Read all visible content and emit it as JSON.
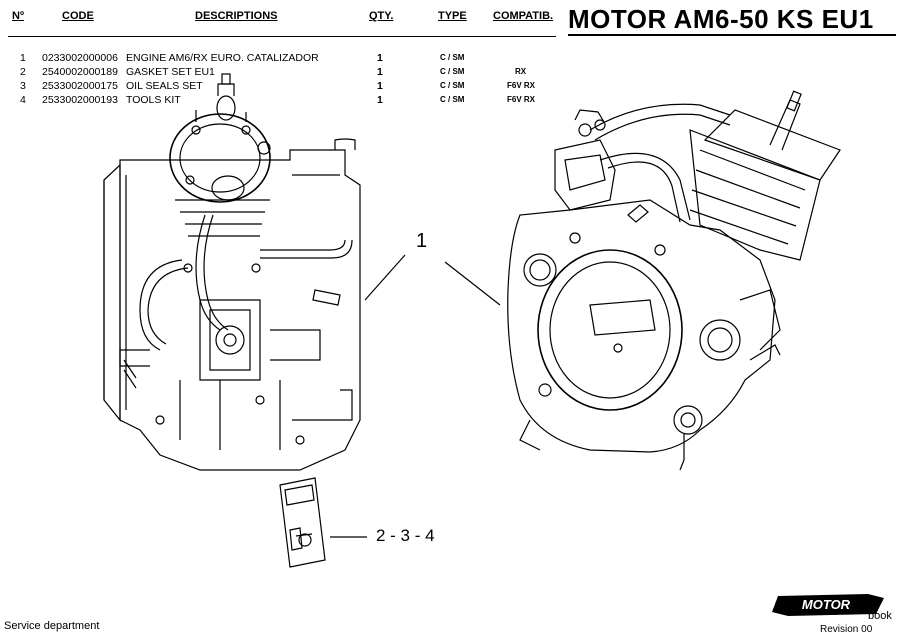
{
  "header": {
    "num": "Nº",
    "code": "CODE",
    "descriptions": "DESCRIPTIONS",
    "qty": "QTY.",
    "type": "TYPE",
    "compatib": "COMPATIB."
  },
  "title": "MOTOR AM6-50 KS EU1",
  "parts": [
    {
      "num": "1",
      "code": "0233002000006",
      "description": "ENGINE AM6/RX EURO. CATALIZADOR",
      "qty": "1",
      "type": "C / SM",
      "compat": ""
    },
    {
      "num": "2",
      "code": "2540002000189",
      "description": "GASKET SET EU1",
      "qty": "1",
      "type": "C / SM",
      "compat": "RX"
    },
    {
      "num": "3",
      "code": "2533002000175",
      "description": "OIL SEALS SET",
      "qty": "1",
      "type": "C / SM",
      "compat": "F6V RX"
    },
    {
      "num": "4",
      "code": "2533002000193",
      "description": "TOOLS KIT",
      "qty": "1",
      "type": "C / SM",
      "compat": "F6V RX"
    }
  ],
  "callouts": {
    "engine": "1",
    "kit": "2 - 3 - 4"
  },
  "footer": {
    "department": "Service department",
    "book": "book",
    "revision": "Revision 00",
    "logo_text": "MOTOR"
  }
}
